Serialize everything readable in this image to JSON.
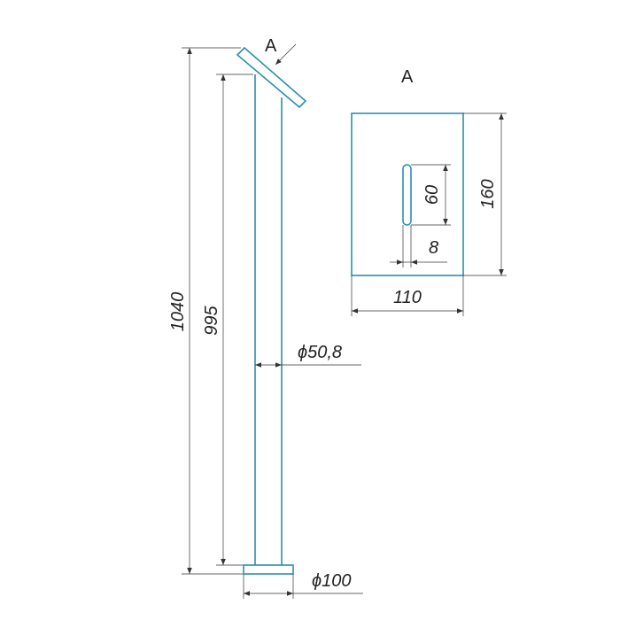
{
  "view_marker": "A",
  "view_title": "A",
  "dimensions": {
    "total_height": "1040",
    "post_height": "995",
    "tube_diameter": "ϕ50,8",
    "base_diameter": "ϕ100",
    "plate_height": "160",
    "plate_width": "110",
    "slot_length": "60",
    "slot_width": "8"
  },
  "colors": {
    "part": "#2a8fae",
    "dimension": "#333333"
  }
}
